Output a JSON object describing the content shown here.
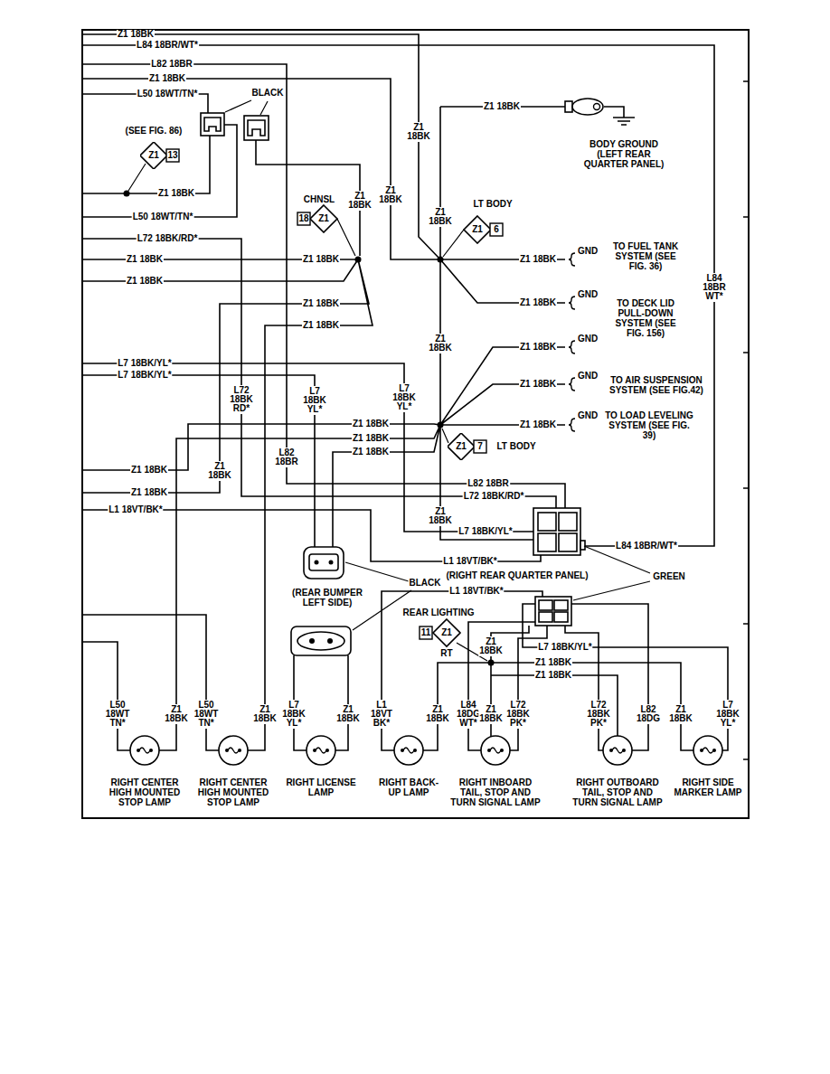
{
  "diagram": {
    "nodes": [
      {
        "text": [
          "Z1",
          "13"
        ]
      },
      {
        "text": [
          "CHNSL",
          "18",
          "Z1"
        ]
      },
      {
        "text": [
          "LT BODY",
          "Z1",
          "6"
        ]
      },
      {
        "text": [
          "Z1",
          "7",
          "LT BODY"
        ]
      },
      {
        "text": [
          "REAR LIGHTING",
          "11",
          "Z1",
          "RT"
        ]
      },
      {
        "text": [
          "RIGHT CENTER HIGH MOUNTED STOP LAMP"
        ]
      },
      {
        "text": [
          "RIGHT CENTER HIGH MOUNTED STOP LAMP"
        ]
      },
      {
        "text": [
          "RIGHT LICENSE LAMP"
        ]
      },
      {
        "text": [
          "RIGHT BACK-UP LAMP"
        ]
      },
      {
        "text": [
          "RIGHT INBOARD TAIL, STOP AND TURN SIGNAL LAMP"
        ]
      },
      {
        "text": [
          "RIGHT OUTBOARD TAIL, STOP AND TURN SIGNAL LAMP"
        ]
      },
      {
        "text": [
          "RIGHT SIDE MARKER LAMP"
        ]
      }
    ],
    "labels": [
      "Z1 18BK",
      "L84 18BR/WT*",
      "L82 18BR",
      "Z1 18BK",
      "L50 18WT/TN*",
      "BLACK",
      "(SEE FIG. 86)",
      "Z1 18BK",
      "L50 18WT/TN*",
      "Z1 18BK",
      "Z1 18BK",
      "Z1 18BK",
      "Z1 18BK",
      "BODY GROUND (LEFT REAR QUARTER PANEL)",
      "Z1 18BK",
      "L72 18BK/RD*",
      "Z1 18BK",
      "Z1 18BK",
      "Z1 18BK",
      "GND",
      "TO FUEL TANK SYSTEM (SEE FIG. 36)",
      "Z1 18BK",
      "Z1 18BK",
      "Z1 18BK",
      "GND",
      "TO DECK LID PULL-DOWN SYSTEM (SEE FIG. 156)",
      "L84 18BR WT*",
      "Z1 18BK",
      "Z1 18BK",
      "Z1 18BK",
      "GND",
      "L7 18BK/YL*",
      "L7 18BK/YL*",
      "Z1 18BK",
      "GND",
      "TO AIR SUSPENSION SYSTEM (SEE FIG.42)",
      "L72 18BK RD*",
      "L7 18BK YL*",
      "L7 18BK YL*",
      "Z1 18BK",
      "Z1 18BK",
      "GND",
      "TO LOAD LEVELING SYSTEM (SEE FIG. 39)",
      "Z1 18BK",
      "Z1 18BK",
      "L82 18BR",
      "Z1 18BK",
      "Z1 18BK",
      "L82 18BR",
      "Z1 18BK",
      "L72 18BK/RD*",
      "L1 18VT/BK*",
      "Z1 18BK",
      "L7 18BK/YL*",
      "L84 18BR/WT*",
      "L1 18VT/BK*",
      "(RIGHT REAR QUARTER PANEL)",
      "GREEN",
      "(REAR BUMPER LEFT SIDE)",
      "BLACK",
      "L1 18VT/BK*",
      "Z1 18BK",
      "L7 18BK/YL*",
      "Z1 18BK",
      "Z1 18BK",
      "L50 18WT TN*",
      "Z1 18BK",
      "L50 18WT TN*",
      "Z1 18BK",
      "L7 18BK YL*",
      "Z1 18BK",
      "L1 18VT BK*",
      "Z1 18BK",
      "L84 18DG WT*",
      "Z1 18BK",
      "L72 18BK PK*",
      "L72 18BK PK*",
      "L82 18DG",
      "Z1 18BK",
      "L7 18BK YL*"
    ]
  }
}
